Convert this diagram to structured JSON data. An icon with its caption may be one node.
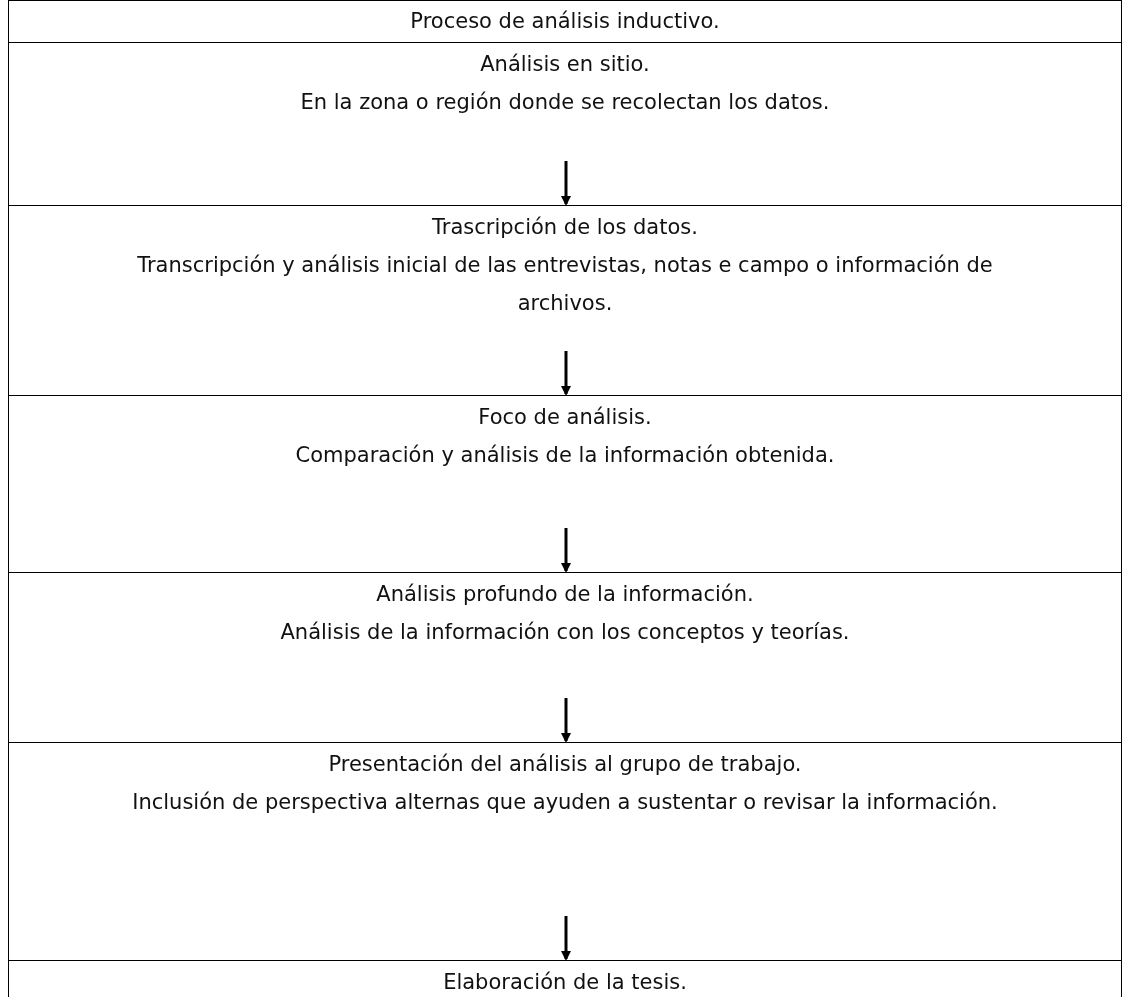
{
  "diagram": {
    "title": "Proceso de análisis inductivo.",
    "nodes": [
      {
        "text": [
          "Análisis en sitio.",
          "En la zona o región donde se recolectan los datos."
        ]
      },
      {
        "text": [
          "Trascripción de los datos.",
          "Transcripción y análisis inicial de las entrevistas, notas e campo o información de archivos."
        ]
      },
      {
        "text": [
          "Foco de análisis.",
          "Comparación y análisis de la información obtenida."
        ]
      },
      {
        "text": [
          "Análisis profundo de la información.",
          "Análisis de la información con los conceptos y teorías."
        ]
      },
      {
        "text": [
          "Presentación del análisis al grupo de trabajo.",
          "Inclusión de perspectiva alternas que ayuden a sustentar o revisar la información."
        ]
      },
      {
        "text": [
          "Elaboración de la tesis."
        ]
      }
    ],
    "edges": [
      {
        "from": 0,
        "to": 1,
        "arrow": "to"
      },
      {
        "from": 1,
        "to": 2,
        "arrow": "to"
      },
      {
        "from": 2,
        "to": 3,
        "arrow": "to"
      },
      {
        "from": 3,
        "to": 4,
        "arrow": "to"
      },
      {
        "from": 4,
        "to": 5,
        "arrow": "to"
      }
    ]
  }
}
